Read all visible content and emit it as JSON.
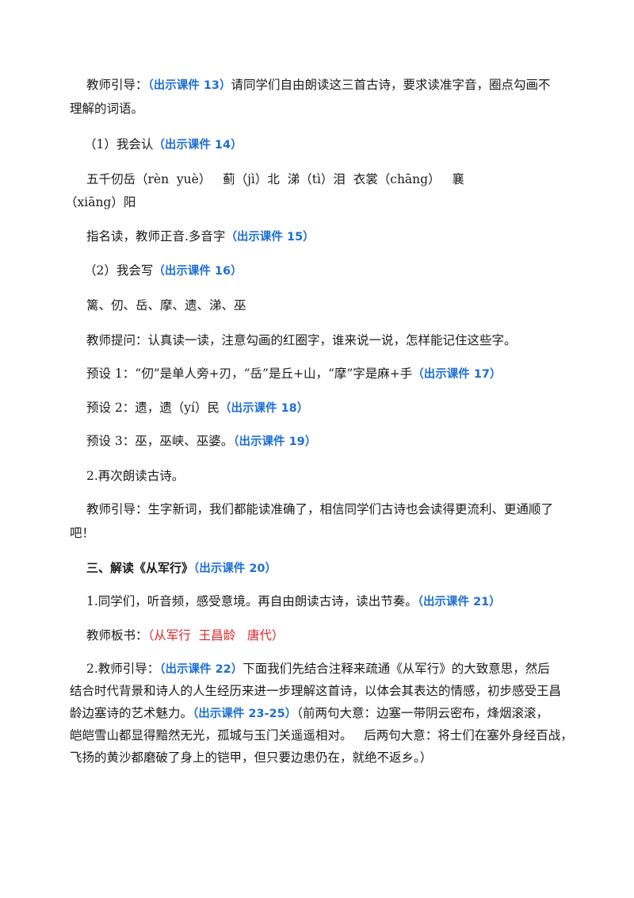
{
  "p1": {
    "lead": "教师引导：",
    "tag": "（出示课件 13）",
    "text1": "请同学们自由朗读这三首古诗，要求读准字音，圈点勾画不",
    "text2": "理解的词语。"
  },
  "p2": {
    "text": "（1）我会认",
    "tag": "（出示课件 14）"
  },
  "p3": {
    "line1": "五千仞岳（rèn  yuè）   蓟（jì）北  涕（tì）泪  衣裳（chāng）   襄",
    "line2": "（xiāng）阳"
  },
  "p4": {
    "text": "指名读，教师正音.多音字",
    "tag": "（出示课件 15）"
  },
  "p5": {
    "text": "（2）我会写",
    "tag": "（出示课件 16）"
  },
  "p6": {
    "text": "篱、仞、岳、摩、遗、涕、巫"
  },
  "p7": {
    "text": "教师提问：认真读一读，注意勾画的红圈字，谁来说一说，怎样能记住这些字。"
  },
  "p8": {
    "text": "预设 1：“仞”是单人旁+刃，“岳”是丘+山，“摩”字是麻+手",
    "tag": "（出示课件 17）"
  },
  "p9": {
    "text": "预设 2：遗，遗（yí）民",
    "tag": "（出示课件 18）"
  },
  "p10": {
    "text": "预设 3：巫，巫峡、巫婆。",
    "tag": "（出示课件 19）"
  },
  "p11": {
    "text": "2.再次朗读古诗。"
  },
  "p12": {
    "line1": "教师引导：生字新词，我们都能读准确了，相信同学们古诗也会读得更流利、更通顺了",
    "line2": "吧！"
  },
  "p13": {
    "heading": "三、解读《从军行》",
    "tag": "（出示课件 20）"
  },
  "p14": {
    "text": "1.同学们，听音频，感受意境。再自由朗读古诗，读出节奏。",
    "tag": "（出示课件 21）"
  },
  "p15": {
    "lead": "教师板书：",
    "board": "（从军行  王昌龄   唐代）"
  },
  "p16": {
    "lead": "2.教师引导：",
    "tag1": "（出示课件 22）",
    "line1": "下面我们先结合注释来疏通《从军行》的大致意思，然后",
    "line2": "结合时代背景和诗人的人生经历来进一步理解这首诗，以体会其表达的情感，初步感受王昌",
    "line3a": "龄边塞诗的艺术魅力。",
    "tag2": "（出示课件 23-25）",
    "line3b": "（前两句大意：边塞一带阴云密布，烽烟滚滚，",
    "line4": "皑皑雪山都显得黯然无光，孤城与玉门关遥遥相对。   后两句大意：将士们在塞外身经百战，",
    "line5": "飞扬的黄沙都磨破了身上的铠甲，但只要边患仍在，就绝不返乡。）"
  }
}
